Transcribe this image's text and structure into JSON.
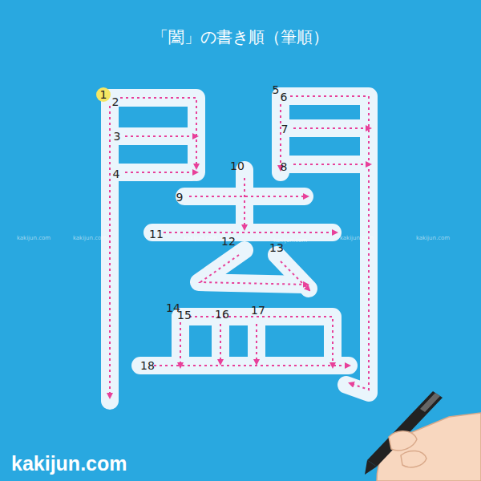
{
  "diagram": {
    "title": "「闔」の書き順（筆順）",
    "labels": [
      "1",
      "2",
      "3",
      "4",
      "5",
      "6",
      "7",
      "8",
      "9",
      "10",
      "11",
      "12",
      "13",
      "14",
      "15",
      "16",
      "17",
      "18",
      "kakijun.com",
      "kakijun.com",
      "kakijun.com",
      "kakijun.com",
      "kakijun.com",
      "kakijun.com",
      "kakijun.com"
    ]
  }
}
